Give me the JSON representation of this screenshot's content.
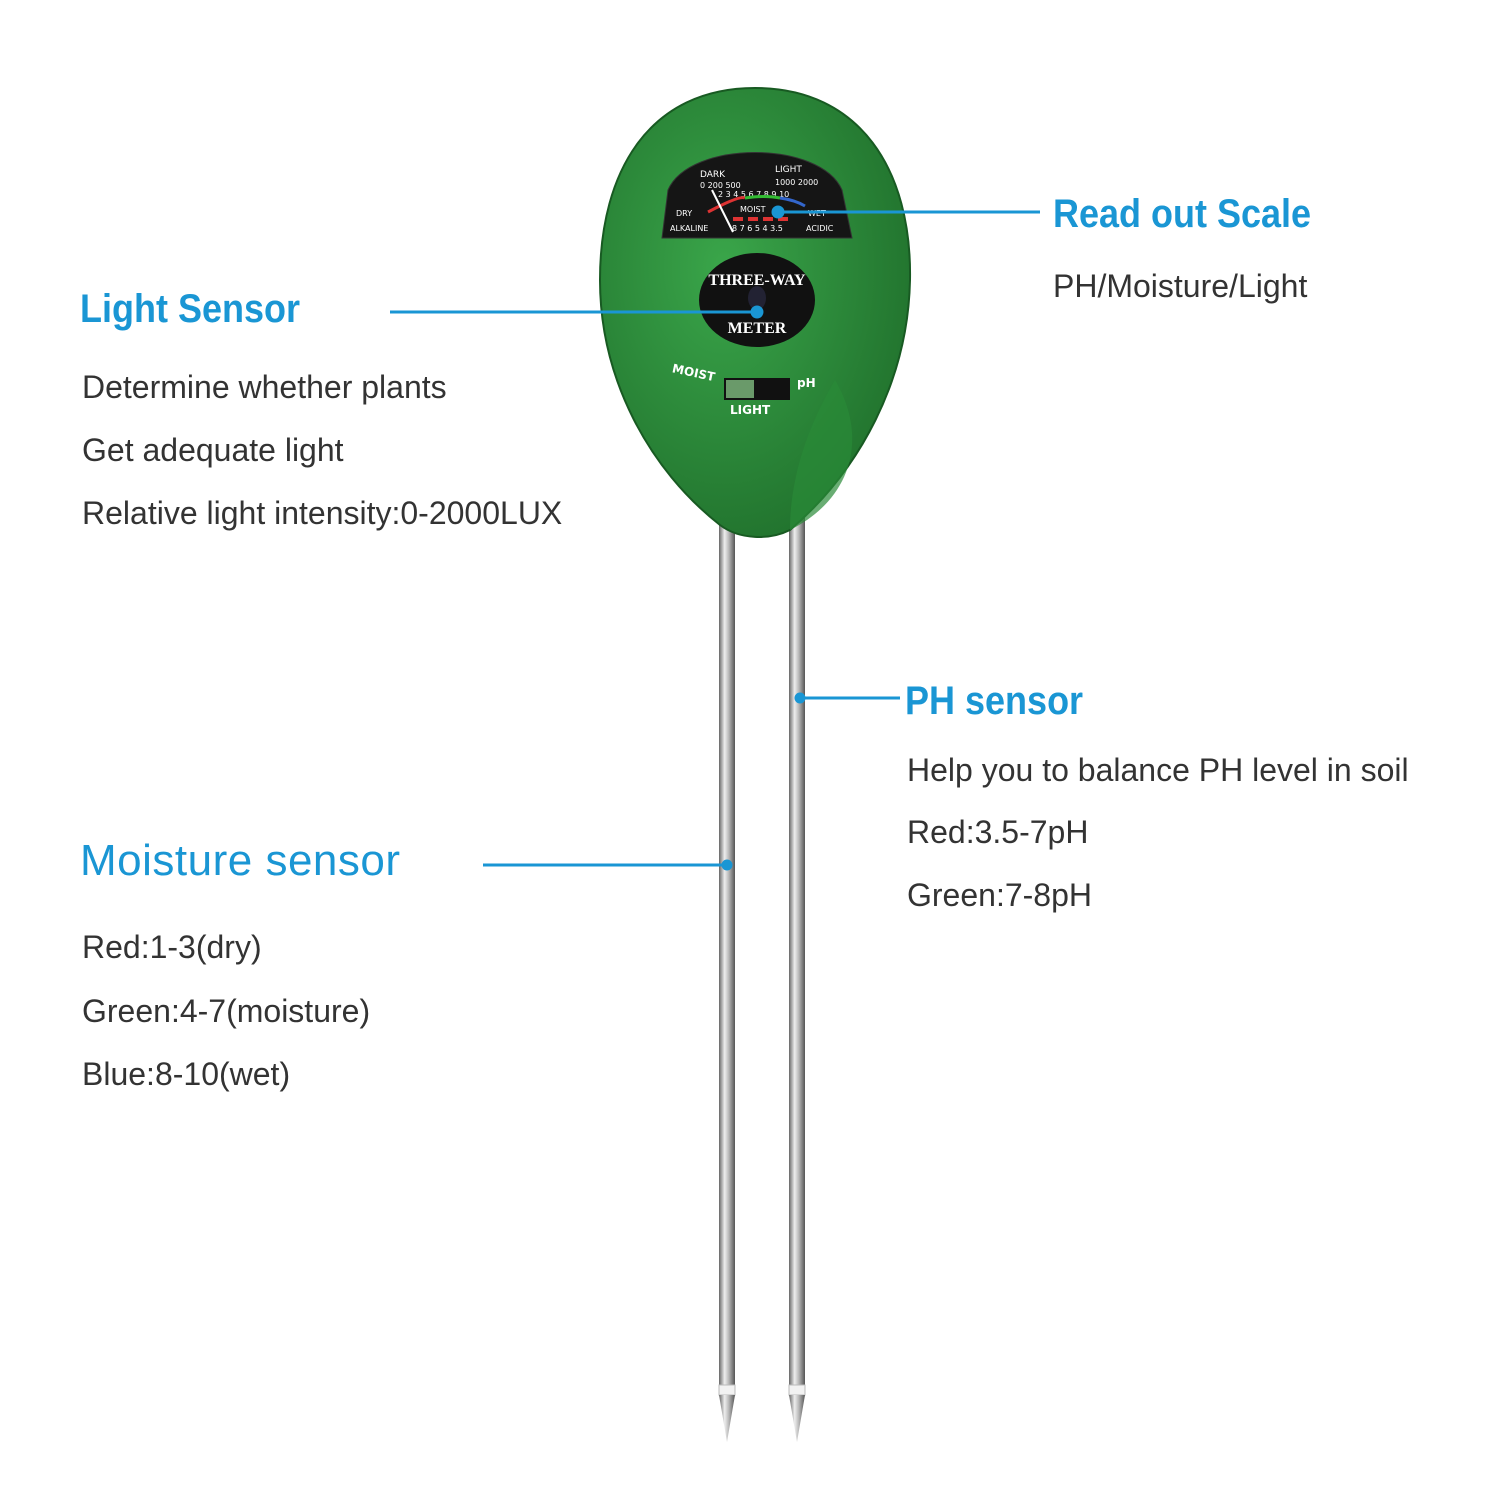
{
  "accent_color": "#1a96d4",
  "body_color": "#2e8b3a",
  "readout": {
    "title": "Read out Scale",
    "subtitle": "PH/Moisture/Light"
  },
  "light_sensor": {
    "title": "Light Sensor",
    "lines": [
      "Determine whether plants",
      "Get adequate light",
      "Relative light intensity:0-2000LUX"
    ]
  },
  "moisture_sensor": {
    "title": "Moisture sensor",
    "lines": [
      "Red:1-3(dry)",
      "Green:4-7(moisture)",
      "Blue:8-10(wet)"
    ]
  },
  "ph_sensor": {
    "title": "PH sensor",
    "lines": [
      "Help you to balance PH level in soil",
      "Red:3.5-7pH",
      "Green:7-8pH"
    ]
  },
  "meter": {
    "dark": "DARK",
    "light": "LIGHT",
    "lux_scale": "0 200 500",
    "lux_scale_high": "1000 2000",
    "moist_scale": "2 3 4 5 6 7 8 9 10",
    "dry": "DRY",
    "moist": "MOIST",
    "wet": "WET",
    "alkaline": "ALKALINE",
    "ph_scale": "8 7 6 5 4 3.5",
    "acidic": "ACIDIC",
    "brand_top": "THREE-WAY",
    "brand_bottom": "METER",
    "switch_left": "MOIST",
    "switch_mid": "LIGHT",
    "switch_right": "pH"
  }
}
